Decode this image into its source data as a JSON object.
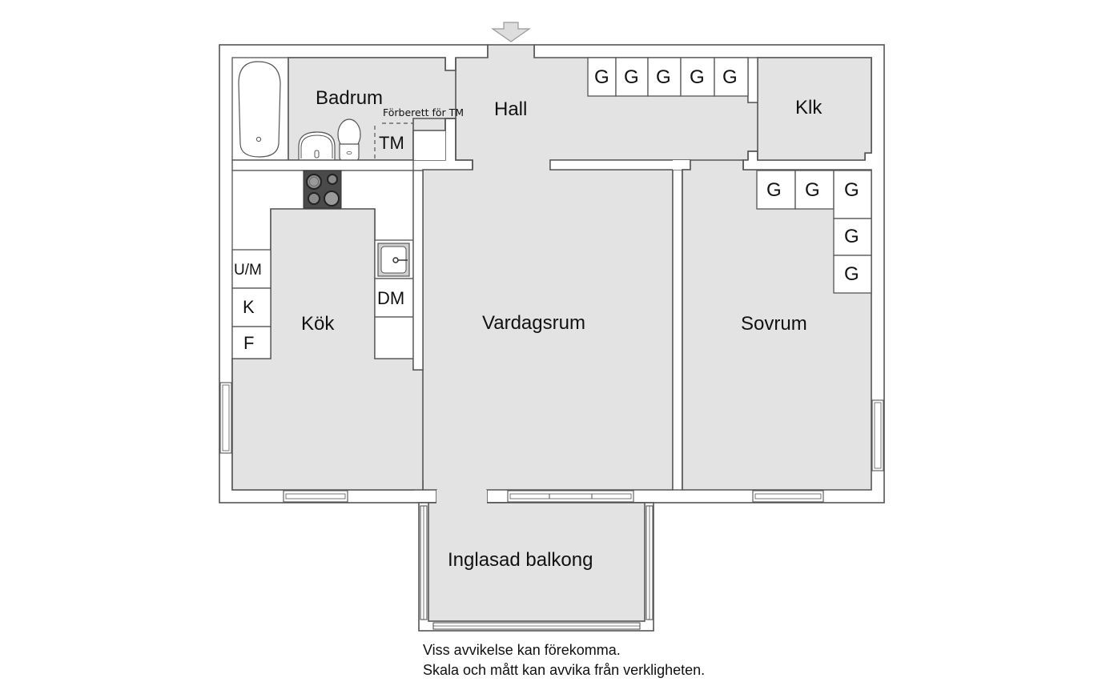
{
  "floorplan": {
    "entrance_marker": "entrance-arrow",
    "rooms": {
      "badrum": "Badrum",
      "hall": "Hall",
      "klk": "Klk",
      "kok": "Kök",
      "vardagsrum": "Vardagsrum",
      "sovrum": "Sovrum",
      "balkong": "Inglasad balkong"
    },
    "bathroom": {
      "prepared_note": "Förberett för TM",
      "tm_label": "TM"
    },
    "kitchen": {
      "um_label": "U/M",
      "k_label": "K",
      "f_label": "F",
      "dm_label": "DM"
    },
    "hall_wardrobes": [
      "G",
      "G",
      "G",
      "G",
      "G"
    ],
    "bedroom_wardrobes": [
      "G",
      "G",
      "G",
      "G",
      "G"
    ],
    "colors": {
      "floor": "#e3e3e3",
      "wall": "#ffffff",
      "line": "#555555",
      "stove": "#4a4a4a"
    }
  },
  "disclaimer": {
    "line1": "Viss avvikelse kan förekomma.",
    "line2": "Skala och mått kan avvika från verkligheten."
  }
}
